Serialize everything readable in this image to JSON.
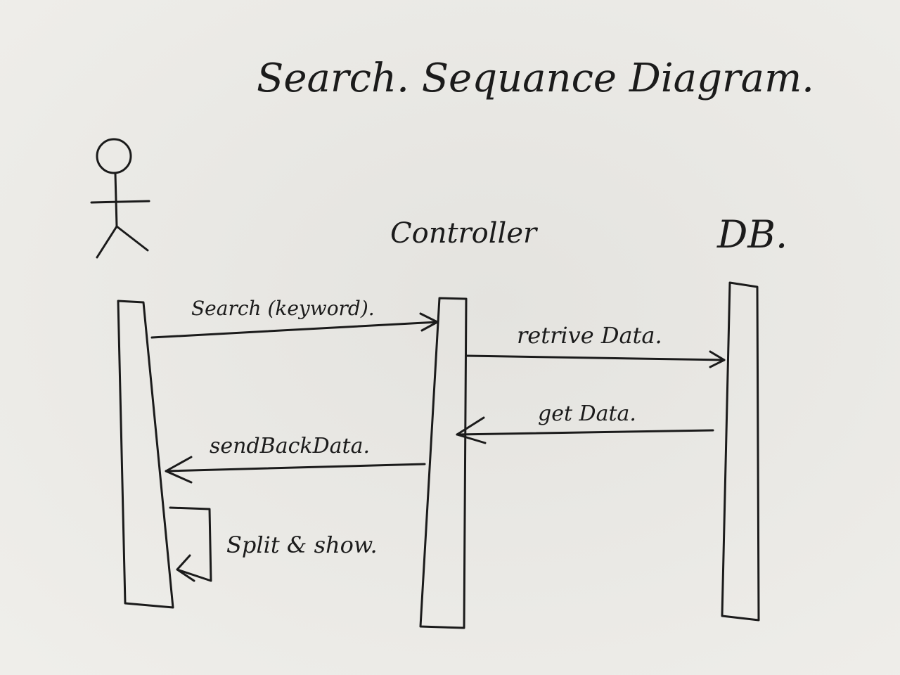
{
  "title": "Search. Sequance Diagram.",
  "participants": [
    {
      "id": "user",
      "label": ""
    },
    {
      "id": "controller",
      "label": "Controller"
    },
    {
      "id": "db",
      "label": "DB."
    }
  ],
  "messages": [
    {
      "id": "search",
      "from": "user",
      "to": "controller",
      "label": "Search (keyword)."
    },
    {
      "id": "retrieve",
      "from": "controller",
      "to": "db",
      "label": "retrive Data."
    },
    {
      "id": "get",
      "from": "db",
      "to": "controller",
      "label": "get Data."
    },
    {
      "id": "sendback",
      "from": "controller",
      "to": "user",
      "label": "sendBackData."
    },
    {
      "id": "self",
      "from": "user",
      "to": "user",
      "label": "Split & show."
    }
  ]
}
